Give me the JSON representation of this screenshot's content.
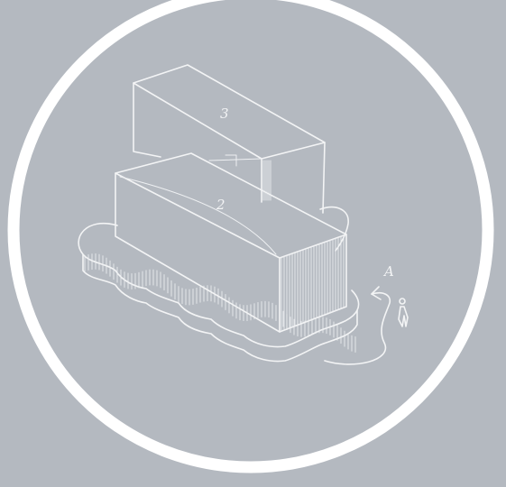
{
  "colors": {
    "background": "#b4b9c0",
    "ring": "#ffffff",
    "ink": "#f3f4f5"
  },
  "sketch": {
    "block_labels": [
      "3",
      "2"
    ],
    "annotation_letter": "A"
  }
}
